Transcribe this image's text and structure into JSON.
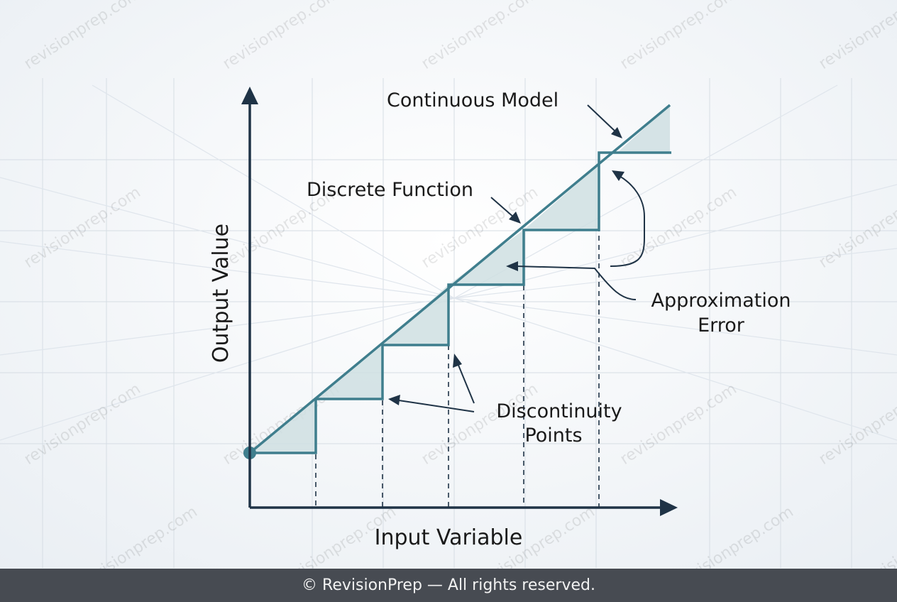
{
  "diagram": {
    "y_axis_label": "Output Value",
    "x_axis_label": "Input Variable",
    "label_continuous": "Continuous Model",
    "label_discrete": "Discrete Function",
    "label_error_line1": "Approximation",
    "label_error_line2": "Error",
    "label_disc_line1": "Discontinuity",
    "label_disc_line2": "Points"
  },
  "watermark": "revisionprep.com",
  "footer": "© RevisionPrep — All rights reserved."
}
